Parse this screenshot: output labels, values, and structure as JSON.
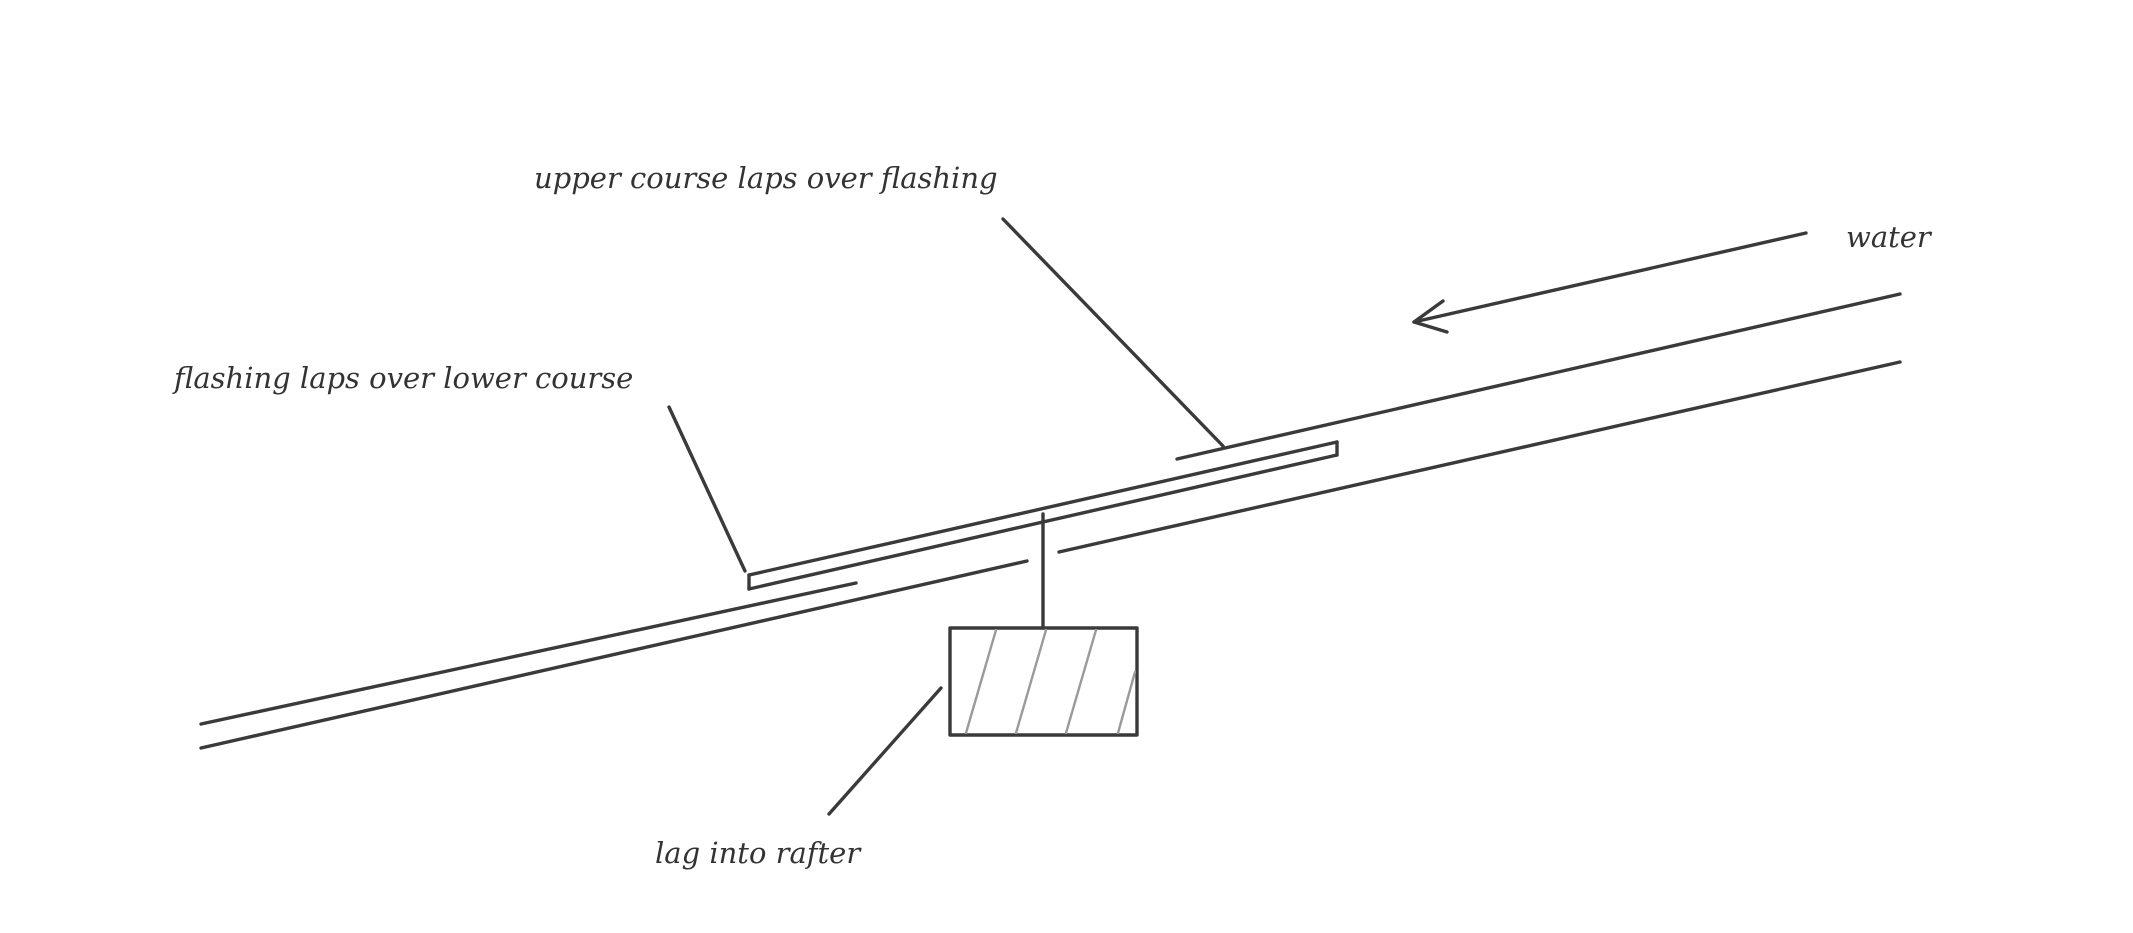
{
  "diagram": {
    "labels": {
      "upper_course": "upper course laps over flashing",
      "flashing": "flashing laps over lower course",
      "water": "water",
      "lag": "lag into rafter"
    },
    "colors": {
      "ink": "#3a3a3a",
      "hatch": "#9a9a9a",
      "background": "#ffffff"
    }
  }
}
